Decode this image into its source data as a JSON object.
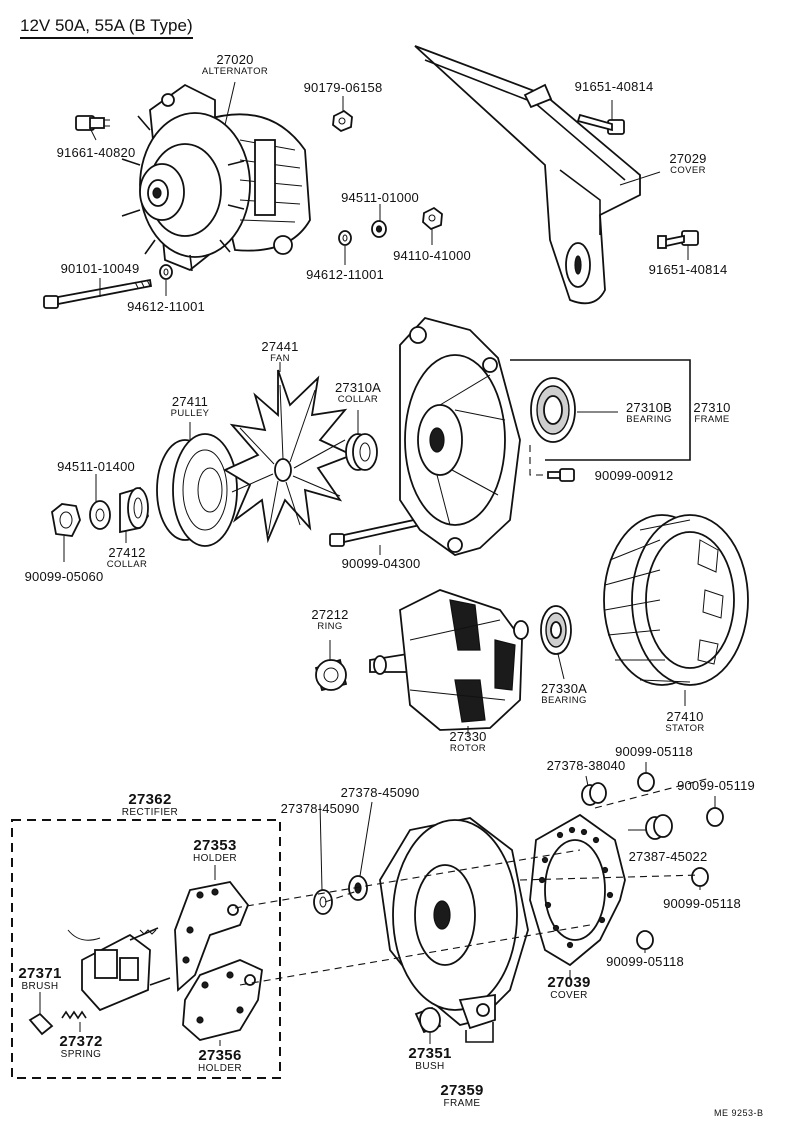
{
  "title": "12V 50A, 55A (B Type)",
  "footer_code": "ME 9253-B",
  "parts": {
    "alternator": {
      "number": "27020",
      "name": "ALTERNATOR"
    },
    "bolt_91661": {
      "number": "91661-40820"
    },
    "nut_90179": {
      "number": "90179-06158"
    },
    "bolt_91651_top": {
      "number": "91651-40814"
    },
    "cover_27029": {
      "number": "27029",
      "name": "COVER"
    },
    "washer_94511_01000": {
      "number": "94511-01000"
    },
    "nut_94110": {
      "number": "94110-41000"
    },
    "washer_94612_a": {
      "number": "94612-11001"
    },
    "bolt_91651_bottom": {
      "number": "91651-40814"
    },
    "bolt_90101": {
      "number": "90101-10049"
    },
    "washer_94612_b": {
      "number": "94612-11001"
    },
    "fan": {
      "number": "27441",
      "name": "FAN"
    },
    "pulley": {
      "number": "27411",
      "name": "PULLEY"
    },
    "collar_27310a": {
      "number": "27310A",
      "name": "COLLAR"
    },
    "bearing_27310b": {
      "number": "27310B",
      "name": "BEARING"
    },
    "frame_27310": {
      "number": "27310",
      "name": "FRAME"
    },
    "washer_94511_01400": {
      "number": "94511-01400"
    },
    "screw_90099_00912": {
      "number": "90099-00912"
    },
    "collar_27412": {
      "number": "27412",
      "name": "COLLAR"
    },
    "nut_90099_05060": {
      "number": "90099-05060"
    },
    "bolt_90099_04300": {
      "number": "90099-04300"
    },
    "ring_27212": {
      "number": "27212",
      "name": "RING"
    },
    "bearing_27330a": {
      "number": "27330A",
      "name": "BEARING"
    },
    "stator": {
      "number": "27410",
      "name": "STATOR"
    },
    "rotor": {
      "number": "27330",
      "name": "ROTOR"
    },
    "nut_90099_05118_top": {
      "number": "90099-05118"
    },
    "insulator_27378_38040": {
      "number": "27378-38040"
    },
    "nut_90099_05119": {
      "number": "90099-05119"
    },
    "rectifier": {
      "number": "27362",
      "name": "RECTIFIER"
    },
    "insulator_27378_45090_a": {
      "number": "27378-45090"
    },
    "insulator_27378_45090_b": {
      "number": "27378-45090"
    },
    "holder_27353": {
      "number": "27353",
      "name": "HOLDER"
    },
    "insulator_27387_45022": {
      "number": "27387-45022"
    },
    "nut_90099_05118_mid": {
      "number": "90099-05118"
    },
    "brush": {
      "number": "27371",
      "name": "BRUSH"
    },
    "cover_27039": {
      "number": "27039",
      "name": "COVER"
    },
    "nut_90099_05118_low": {
      "number": "90099-05118"
    },
    "spring": {
      "number": "27372",
      "name": "SPRING"
    },
    "holder_27356": {
      "number": "27356",
      "name": "HOLDER"
    },
    "bush": {
      "number": "27351",
      "name": "BUSH"
    },
    "frame_27359": {
      "number": "27359",
      "name": "FRAME"
    }
  }
}
